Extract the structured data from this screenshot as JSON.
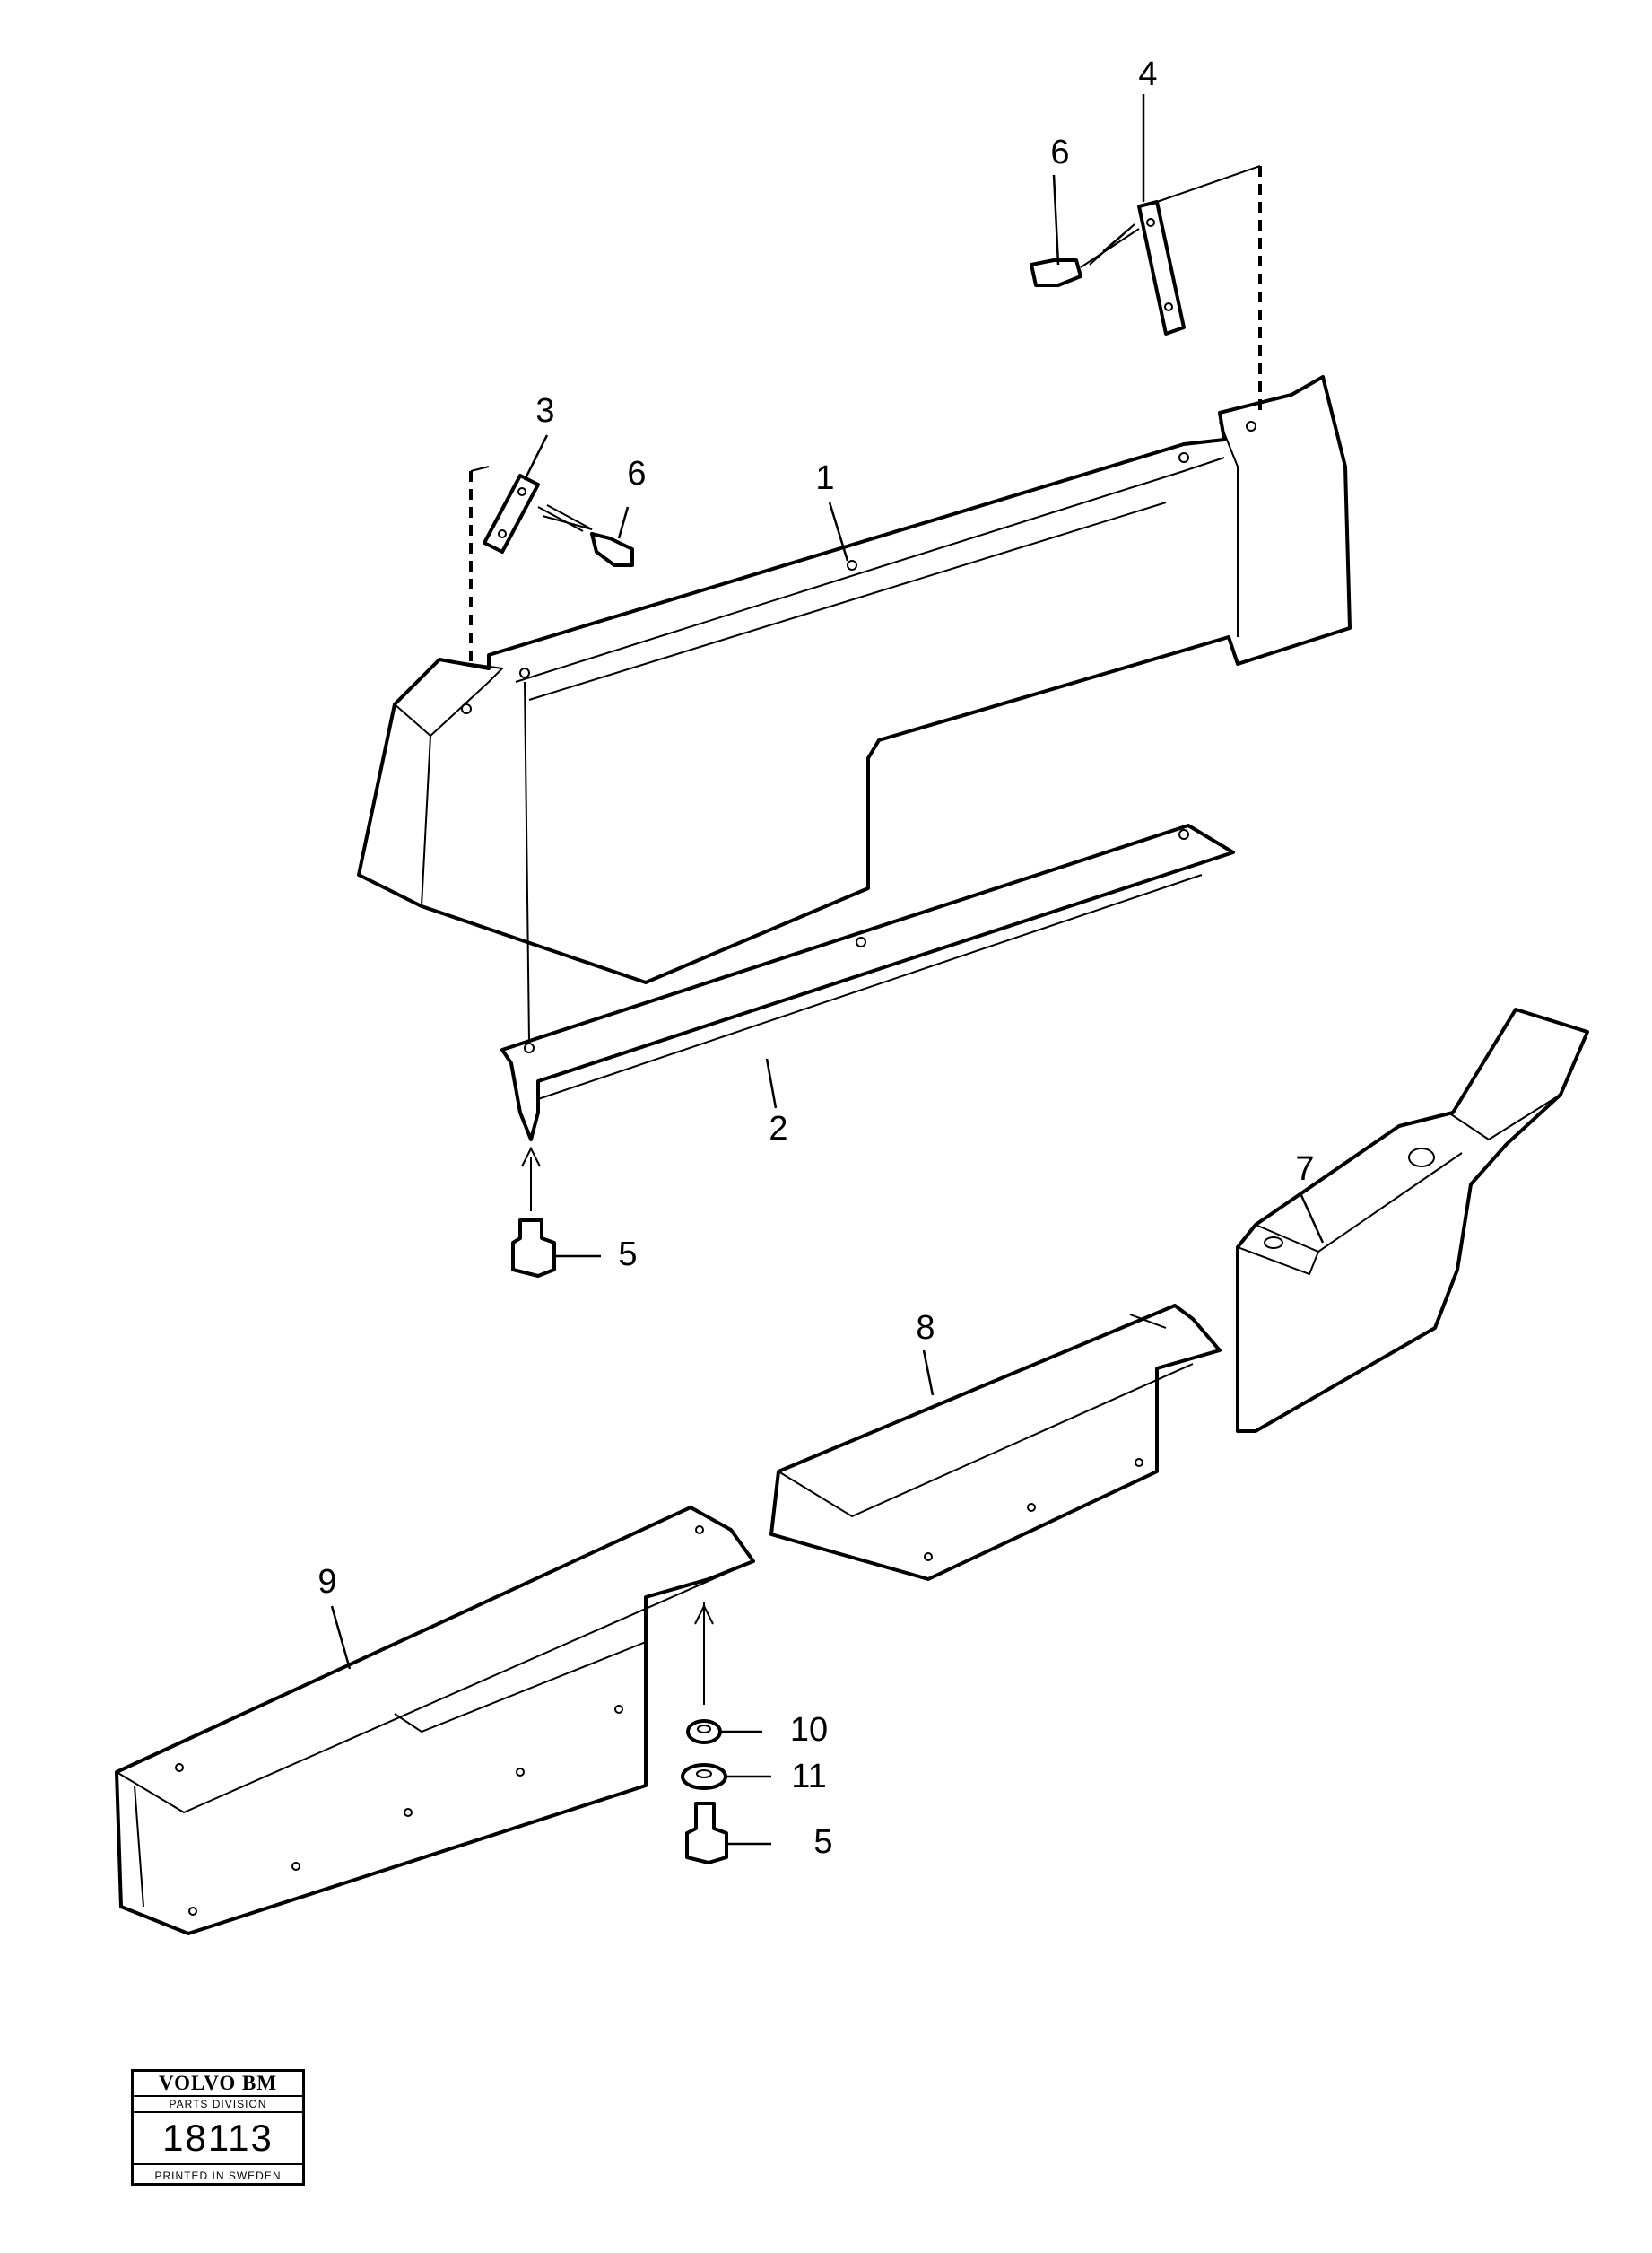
{
  "callouts": {
    "c1": "1",
    "c2": "2",
    "c3": "3",
    "c4": "4",
    "c5a": "5",
    "c5b": "5",
    "c6a": "6",
    "c6b": "6",
    "c7": "7",
    "c8": "8",
    "c9": "9",
    "c10": "10",
    "c11": "11"
  },
  "stamp": {
    "brand": "VOLVO BM",
    "division": "PARTS DIVISION",
    "number": "18113",
    "printed": "PRINTED IN SWEDEN"
  }
}
